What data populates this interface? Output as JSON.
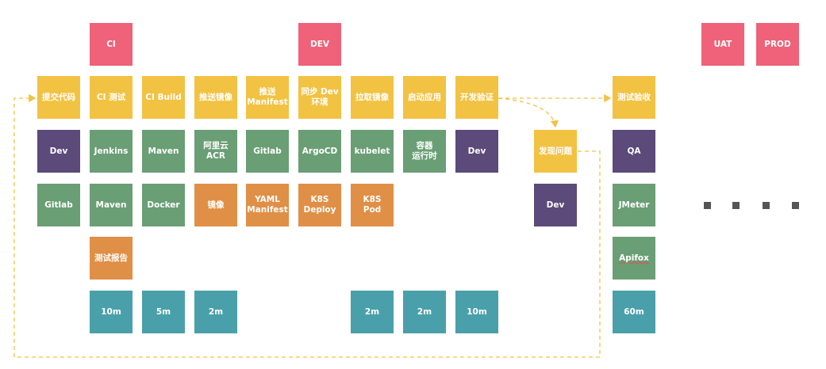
{
  "envs": {
    "ci": "CI",
    "dev": "DEV",
    "uat": "UAT",
    "prod": "PROD"
  },
  "stages": {
    "commit": "提交代码",
    "ci_test": "CI 测试",
    "ci_build": "CI Build",
    "push_image": "推送镜像",
    "push_manifest": "推送\nManifest",
    "sync_dev": "同步 Dev\n环境",
    "pull_image": "拉取镜像",
    "start_app": "启动应用",
    "dev_verify": "开发验证",
    "find_issue": "发现问题",
    "test_accept": "测试验收"
  },
  "roles": {
    "commit": "Dev",
    "ci_test": "Jenkins",
    "ci_build": "Maven",
    "push_image": "阿里云\nACR",
    "push_manifest": "Gitlab",
    "sync_dev": "ArgoCD",
    "pull_image": "kubelet",
    "start_app": "容器\n运行时",
    "dev_verify": "Dev",
    "find_issue": "Dev",
    "test_accept": "QA"
  },
  "tools": {
    "commit": "Gitlab",
    "ci_test": "Maven",
    "ci_build": "Docker",
    "push_image": "镜像",
    "push_manifest": "YAML\nManifest",
    "sync_dev": "K8S\nDeploy",
    "pull_image": "K8S\nPod",
    "test_accept": "JMeter"
  },
  "extra": {
    "ci_test": "测试报告",
    "test_accept": "Apifox"
  },
  "times": {
    "ci_test": "10m",
    "ci_build": "5m",
    "push_image": "2m",
    "pull_image": "2m",
    "start_app": "2m",
    "dev_verify": "10m",
    "test_accept": "60m"
  },
  "colors": {
    "stage": "#f2c243",
    "env": "#ef6279",
    "person": "#5c4a7a",
    "tool": "#6a9e75",
    "artifact": "#e08f46",
    "time": "#4aa0aa",
    "arrow": "#f2c243"
  }
}
